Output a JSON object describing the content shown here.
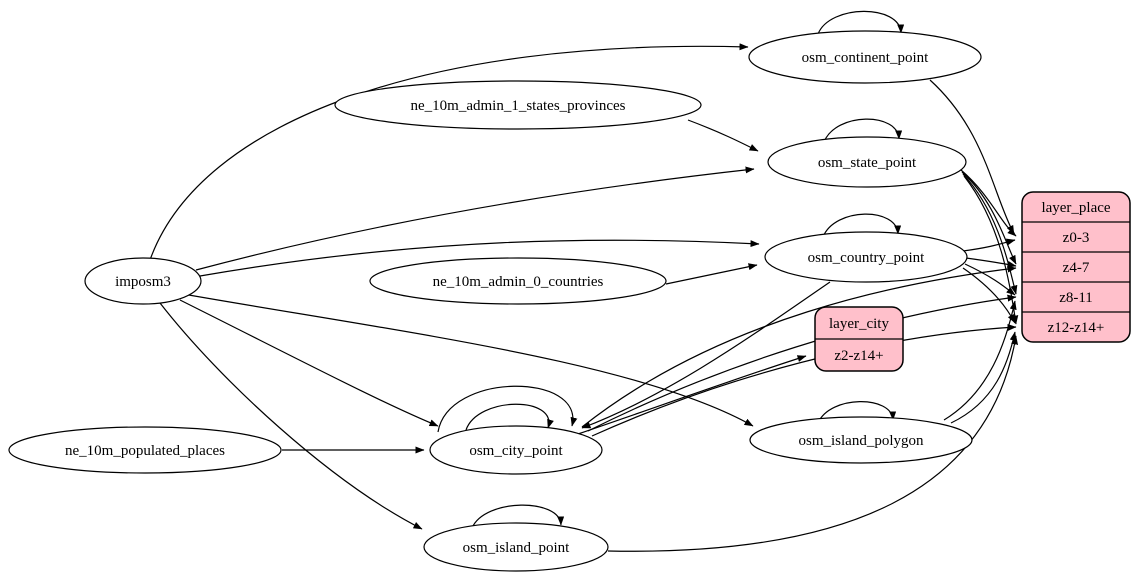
{
  "diagram": {
    "kind": "graphviz-etl-digraph",
    "colors": {
      "background": "#ffffff",
      "node_fill": "#ffffff",
      "node_stroke": "#000000",
      "edge_color": "#000000",
      "record_fill": "#ffc0cb",
      "text_color": "#000000"
    },
    "nodes": {
      "imposm3": {
        "label": "imposm3"
      },
      "ne_10m_admin_1_states_provinces": {
        "label": "ne_10m_admin_1_states_provinces"
      },
      "ne_10m_admin_0_countries": {
        "label": "ne_10m_admin_0_countries"
      },
      "ne_10m_populated_places": {
        "label": "ne_10m_populated_places"
      },
      "osm_continent_point": {
        "label": "osm_continent_point"
      },
      "osm_state_point": {
        "label": "osm_state_point"
      },
      "osm_country_point": {
        "label": "osm_country_point"
      },
      "osm_city_point": {
        "label": "osm_city_point"
      },
      "osm_island_polygon": {
        "label": "osm_island_polygon"
      },
      "osm_island_point": {
        "label": "osm_island_point"
      },
      "layer_place": {
        "title": "layer_place",
        "rows": [
          "z0-3",
          "z4-7",
          "z8-11",
          "z12-z14+"
        ]
      },
      "layer_city": {
        "title": "layer_city",
        "rows": [
          "z2-z14+"
        ]
      }
    },
    "edges": [
      {
        "from": "imposm3",
        "to": "osm_continent_point"
      },
      {
        "from": "imposm3",
        "to": "osm_state_point"
      },
      {
        "from": "imposm3",
        "to": "osm_country_point"
      },
      {
        "from": "imposm3",
        "to": "osm_city_point"
      },
      {
        "from": "imposm3",
        "to": "osm_island_polygon"
      },
      {
        "from": "imposm3",
        "to": "osm_island_point"
      },
      {
        "from": "ne_10m_admin_1_states_provinces",
        "to": "osm_state_point"
      },
      {
        "from": "ne_10m_admin_0_countries",
        "to": "osm_country_point"
      },
      {
        "from": "ne_10m_populated_places",
        "to": "osm_city_point"
      },
      {
        "from": "osm_continent_point",
        "to": "osm_continent_point",
        "self_loop": true
      },
      {
        "from": "osm_state_point",
        "to": "osm_state_point",
        "self_loop": true
      },
      {
        "from": "osm_country_point",
        "to": "osm_country_point",
        "self_loop": true
      },
      {
        "from": "osm_city_point",
        "to": "osm_city_point",
        "self_loop": true
      },
      {
        "from": "osm_city_point",
        "to": "osm_city_point",
        "self_loop": true
      },
      {
        "from": "osm_island_polygon",
        "to": "osm_island_polygon",
        "self_loop": true
      },
      {
        "from": "osm_island_point",
        "to": "osm_island_point",
        "self_loop": true
      },
      {
        "from": "osm_country_point",
        "to": "osm_city_point"
      },
      {
        "from": "osm_city_point",
        "to": "layer_city",
        "port": "z2-z14+"
      },
      {
        "from": "osm_continent_point",
        "to": "layer_place",
        "port": "z0-3"
      },
      {
        "from": "osm_state_point",
        "to": "layer_place",
        "port": "z0-3"
      },
      {
        "from": "osm_state_point",
        "to": "layer_place",
        "port": "z4-7"
      },
      {
        "from": "osm_state_point",
        "to": "layer_place",
        "port": "z8-11"
      },
      {
        "from": "osm_state_point",
        "to": "layer_place",
        "port": "z12-z14+"
      },
      {
        "from": "osm_country_point",
        "to": "layer_place",
        "port": "z0-3"
      },
      {
        "from": "osm_country_point",
        "to": "layer_place",
        "port": "z4-7"
      },
      {
        "from": "osm_country_point",
        "to": "layer_place",
        "port": "z8-11"
      },
      {
        "from": "osm_country_point",
        "to": "layer_place",
        "port": "z12-z14+"
      },
      {
        "from": "osm_city_point",
        "to": "layer_place",
        "port": "z4-7"
      },
      {
        "from": "osm_city_point",
        "to": "layer_place",
        "port": "z8-11"
      },
      {
        "from": "osm_city_point",
        "to": "layer_place",
        "port": "z12-z14+"
      },
      {
        "from": "osm_island_polygon",
        "to": "layer_place",
        "port": "z8-11"
      },
      {
        "from": "osm_island_polygon",
        "to": "layer_place",
        "port": "z12-z14+"
      },
      {
        "from": "osm_island_point",
        "to": "layer_place",
        "port": "z12-z14+"
      }
    ]
  }
}
